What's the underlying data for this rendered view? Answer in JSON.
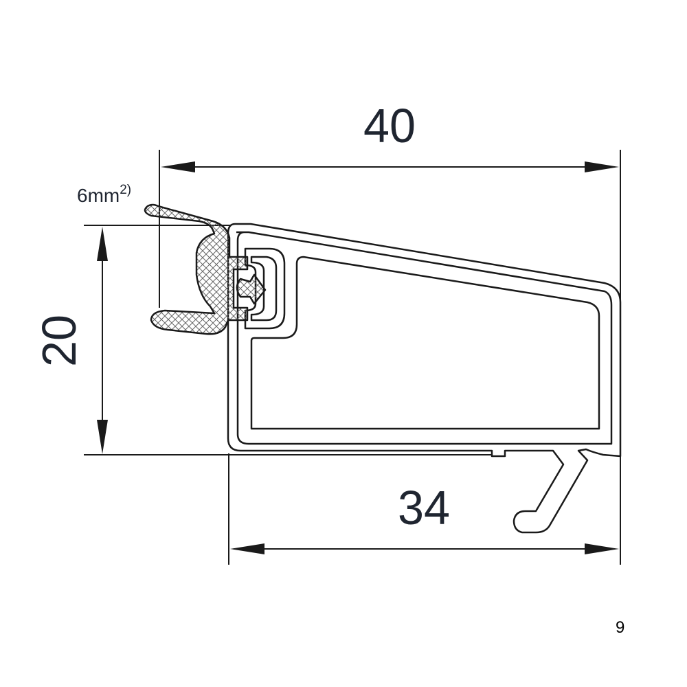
{
  "dimensions": {
    "overall_width": "40",
    "height": "20",
    "base_width": "34"
  },
  "gasket": {
    "size_label": "6mm",
    "footnote_mark": "2)"
  },
  "page": {
    "number": "9"
  },
  "colors": {
    "line": "#1a1a1a",
    "text": "#1f2530",
    "hatch": "#555555"
  }
}
